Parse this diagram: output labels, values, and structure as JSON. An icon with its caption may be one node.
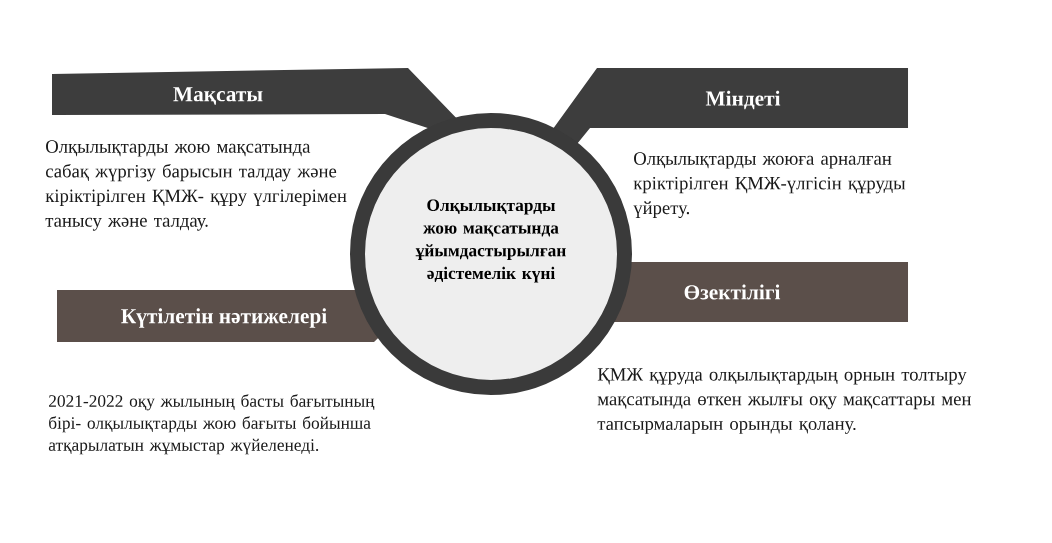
{
  "diagram": {
    "nodes": [
      {
        "text": [
          "Мақсаты"
        ],
        "beside": [
          "Олқылықтарды жою мақсатында сабақ жүргізу барысын талдау және кіріктірілген ҚМЖ- құру үлгілерімен танысу және талдау."
        ]
      },
      {
        "text": [
          "Міндеті"
        ],
        "beside": [
          "Олқылықтарды жоюға арналған кріктірілген ҚМЖ-үлгісін құруды үйрету."
        ]
      },
      {
        "text": [
          "Олқылықтарды жою мақсатында ұйымдастырылған әдістемелік күні"
        ]
      },
      {
        "text": [
          "Өзектілігі"
        ]
      },
      {
        "text": [
          "Күтілетін нәтижелері"
        ]
      }
    ],
    "labels": [
      "ҚМЖ құруда олқылықтардың орнын толтыру мақсатында өткен жылғы оқу мақсаттары мен тапсырмаларын орынды қолану.",
      "2021-2022 оқу жылының басты бағытының бірі- олқылықтарды жою бағыты бойынша атқарылатын жұмыстар жүйеленеді."
    ]
  }
}
